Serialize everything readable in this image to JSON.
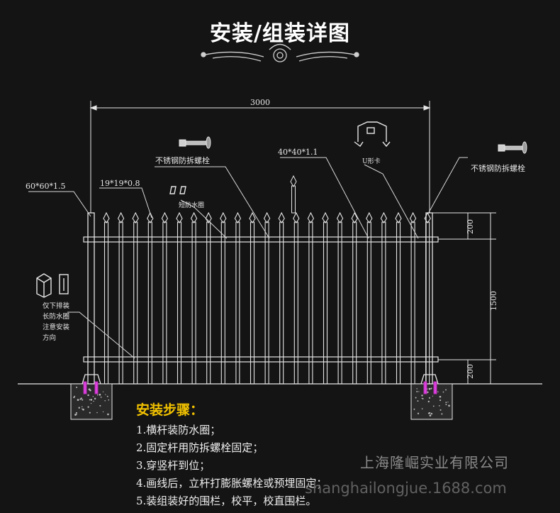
{
  "header": {
    "title": "安装/组装详图"
  },
  "drawing": {
    "overall_width_label": "3000",
    "labels": {
      "post_size": "60*60*1.5",
      "picket_size": "19*19*0.8",
      "rail_size": "40*40*1.1",
      "bolt_left": "不锈钢防拆螺栓",
      "bolt_right": "不锈钢防拆螺栓",
      "short_ring": "短防水圈",
      "u_bracket": "U形卡",
      "bottom_note": [
        "仅下排装",
        "长防水圈",
        "注意安装",
        "方向"
      ],
      "height_total": "1500",
      "height_top": "200",
      "height_bottom": "200"
    }
  },
  "steps": {
    "title": "安装步骤：",
    "items": [
      "1.横杆装防水圈；",
      "2.固定杆用防拆螺栓固定；",
      "3.穿竖杆到位；",
      "4.画线后，立杆打膨胀螺栓或预埋固定；",
      "5.装组装好的围栏，校平，校直围栏。"
    ]
  },
  "footer": {
    "company": "上海隆崛实业有限公司",
    "watermark": "shanghailongjue.1688.com"
  },
  "colors": {
    "background": "#141414",
    "line": "#e6e6e6",
    "accent_title": "#f2c200",
    "bolt_magenta": "#e040e0"
  }
}
